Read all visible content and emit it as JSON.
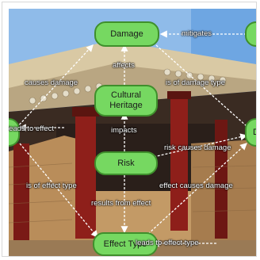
{
  "nodes": {
    "damage": "Damage",
    "cultural_heritage": "Cultural Heritage",
    "risk": "Risk",
    "effect_type": "Effect Type",
    "right_top": "",
    "right_mid": "D",
    "left_mid": ""
  },
  "edges": {
    "mitigates": "mitigates",
    "affects": "affects",
    "causes_damage": "causes damage",
    "is_of_damage_type": "is of damage type",
    "leads_to_effect_left": "leads to effect",
    "impacts": "impacts",
    "risk_causes_damage": "risk causes damage",
    "is_of_effect_type": "is of effect type",
    "effect_causes_damage": "effect causes damage",
    "results_from_effect": "results from effect",
    "leads_to_effect_type": "leads to effect type"
  },
  "colors": {
    "node_fill": "#76d861",
    "node_border": "#3f8f2c",
    "edge": "#ffffff",
    "column_red": "#8e1f1a",
    "sky": "#8fbbe9"
  }
}
